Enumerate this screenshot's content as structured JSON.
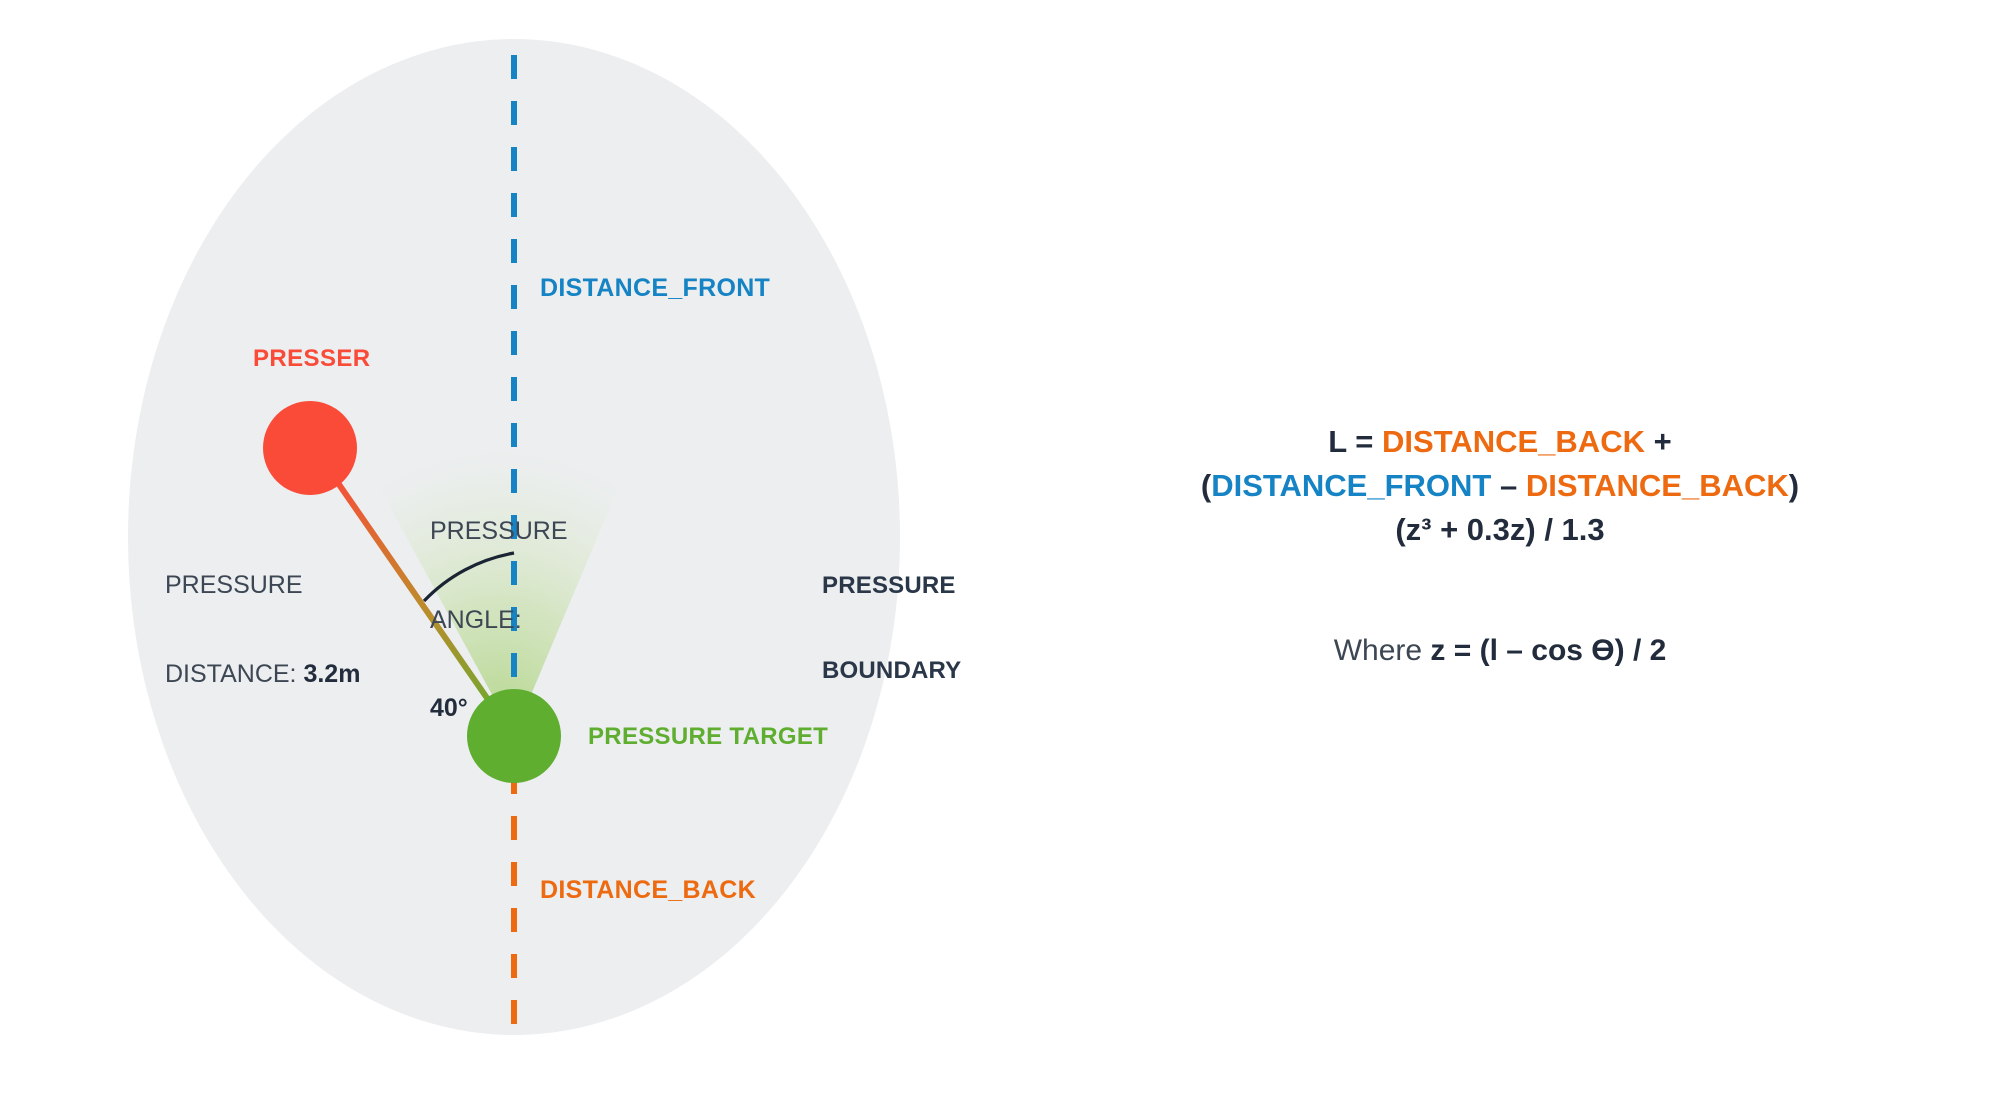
{
  "diagram": {
    "title": "Pressure model diagram",
    "boundary": {
      "label": "PRESSURE\nBOUNDARY",
      "label_line1": "PRESSURE",
      "label_line2": "BOUNDARY",
      "color": "#2A3748",
      "fill": "#ECEEF0"
    },
    "presser": {
      "label": "PRESSER",
      "color": "#FA4B38"
    },
    "target": {
      "label": "PRESSURE TARGET",
      "color": "#5FAE30"
    },
    "distance_front": {
      "label": "DISTANCE_FRONT",
      "color": "#1583C4"
    },
    "distance_back": {
      "label": "DISTANCE_BACK",
      "color": "#ED6A11"
    },
    "pressure_distance": {
      "label_line1": "PRESSURE",
      "label_line2": "DISTANCE: ",
      "value": "3.2m"
    },
    "pressure_angle": {
      "label_line1": "PRESSURE",
      "label_line2": "ANGLE:",
      "value": "40°"
    }
  },
  "formula": {
    "line1": {
      "lhs": "L",
      "eq": " = ",
      "term1": "DISTANCE_BACK",
      "plus": " +"
    },
    "line2": {
      "open": "(",
      "term_front": "DISTANCE_FRONT",
      "minus": " – ",
      "term_back": "DISTANCE_BACK",
      "close": ")"
    },
    "line3": "(z³ + 0.3z) / 1.3",
    "where": {
      "prefix": "Where ",
      "expr": "z = (l – cos Ө) / 2"
    }
  },
  "colors": {
    "red": "#FA4B38",
    "green": "#5FAE30",
    "blue": "#1583C4",
    "orange": "#ED6A11",
    "dark": "#222C3C",
    "panel": "#ECEEF0",
    "background": "#FFFFFF"
  }
}
